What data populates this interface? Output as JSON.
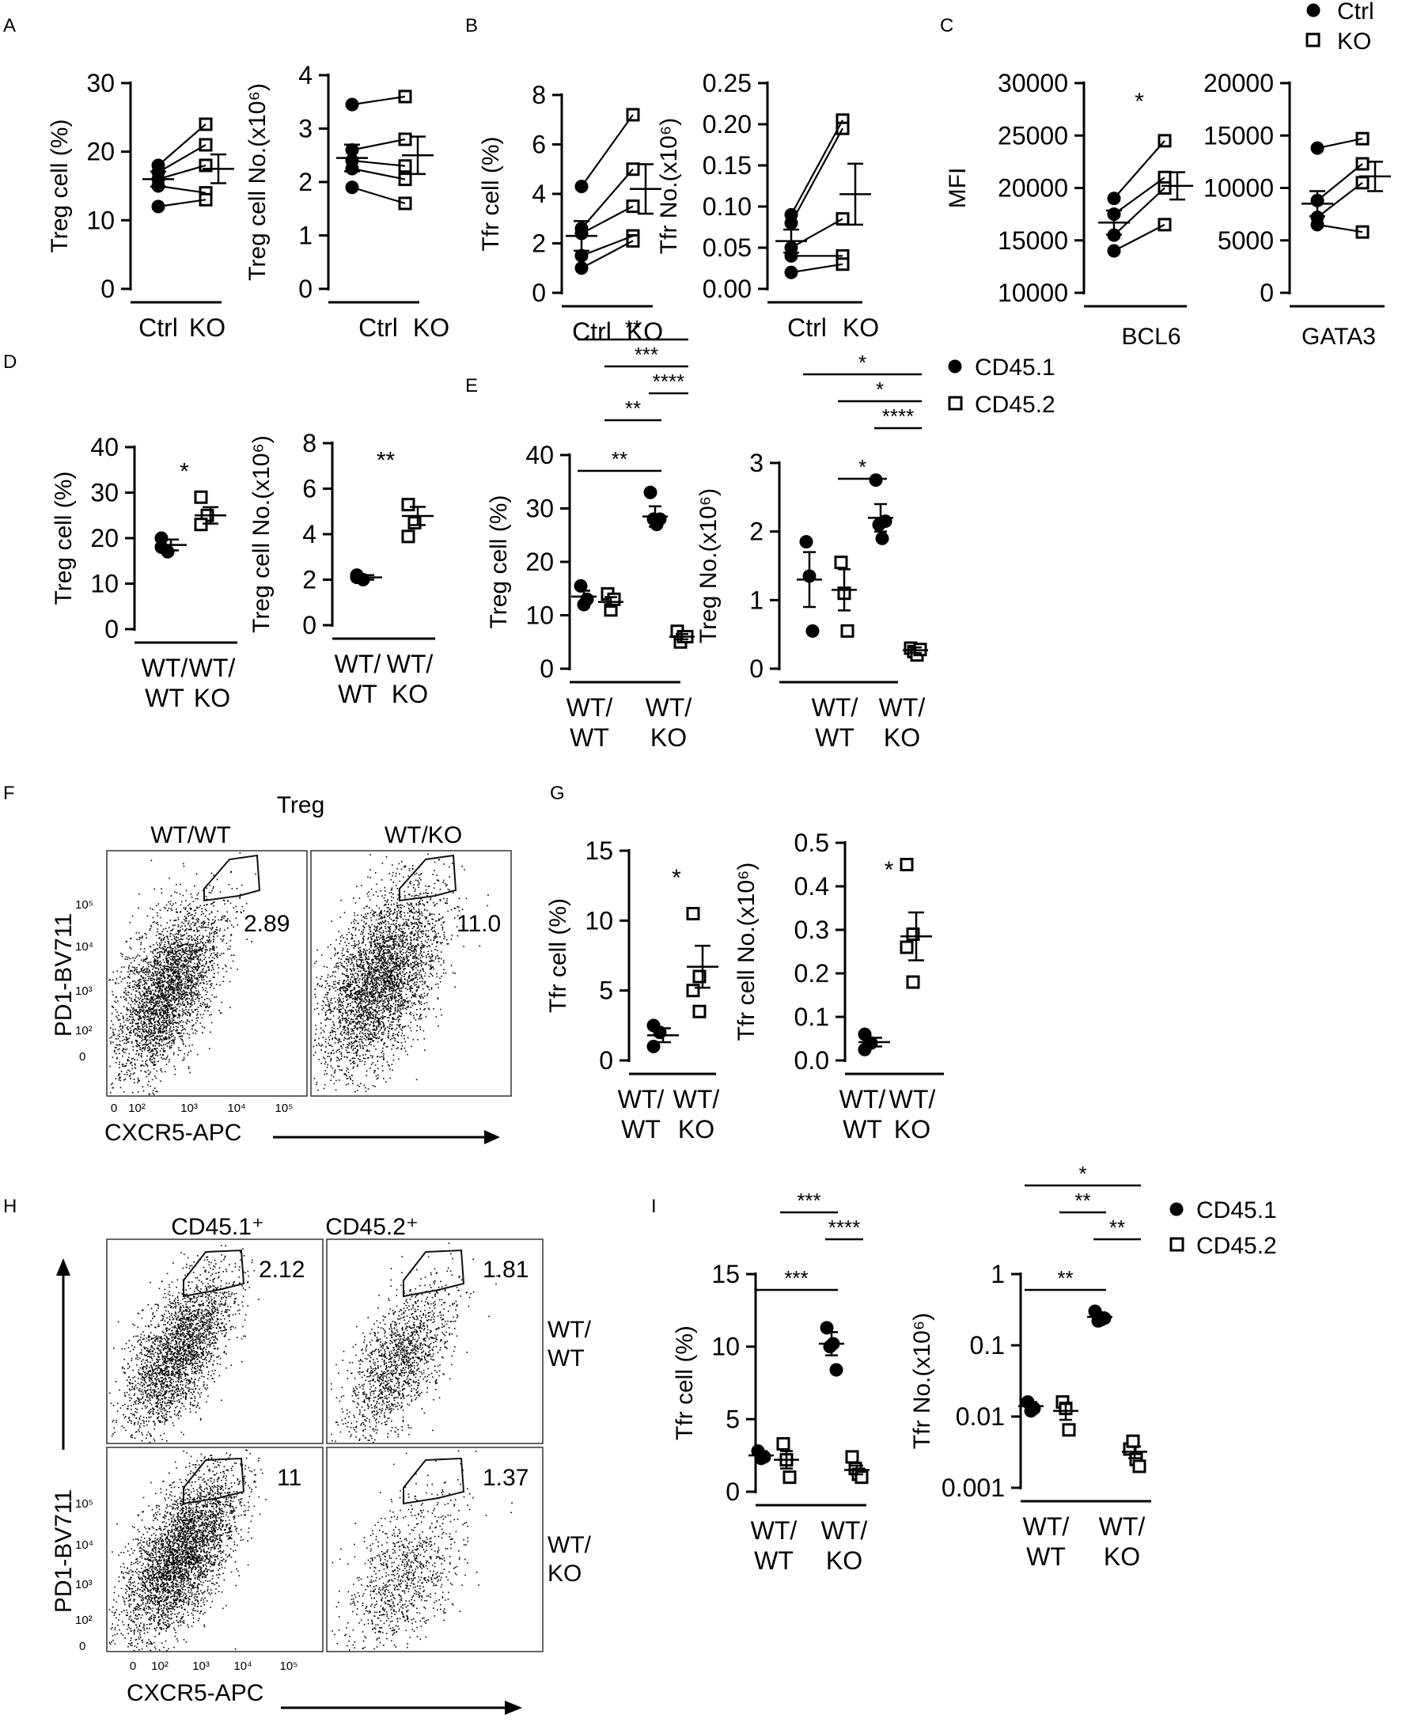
{
  "figure": {
    "panel_letters": [
      "A",
      "B",
      "C",
      "D",
      "E",
      "F",
      "G",
      "H",
      "I"
    ],
    "legends": {
      "C": [
        {
          "label": "Ctrl",
          "marker": "filled-circle"
        },
        {
          "label": "KO",
          "marker": "open-square"
        }
      ],
      "E": [
        {
          "label": "CD45.1",
          "marker": "filled-circle"
        },
        {
          "label": "CD45.2",
          "marker": "open-square"
        }
      ],
      "I": [
        {
          "label": "CD45.1",
          "marker": "filled-circle"
        },
        {
          "label": "CD45.2",
          "marker": "open-square"
        }
      ]
    },
    "colors": {
      "ink": "#000000",
      "background": "#ffffff"
    },
    "flow": {
      "F": {
        "title": "Treg",
        "xlabel": "CXCR5-APC",
        "ylabel": "PD1-BV711",
        "columns": [
          "WT/WT",
          "WT/KO"
        ],
        "gate_values": [
          "2.89",
          "11.0"
        ],
        "x_ticks": [
          "0",
          "10²",
          "10³",
          "10⁴",
          "10⁵"
        ],
        "y_ticks": [
          "10⁵",
          "10⁴",
          "10³",
          "10²",
          "0"
        ]
      },
      "H": {
        "xlabel": "CXCR5-APC",
        "ylabel": "PD1-BV711",
        "columns": [
          "CD45.1⁺",
          "CD45.2⁺"
        ],
        "rows": [
          "WT/\nWT",
          "WT/\nKO"
        ],
        "gate_values": [
          "2.12",
          "1.81",
          "11",
          "1.37"
        ],
        "x_ticks": [
          "0",
          "10²",
          "10³",
          "10⁴",
          "10⁵"
        ],
        "y_ticks": [
          "10⁵",
          "10⁴",
          "10³",
          "10²",
          "0"
        ]
      }
    }
  },
  "chart_data": [
    {
      "id": "A1",
      "panel": "A",
      "type": "scatter",
      "ylabel": "Treg cell (%)",
      "ylim": [
        0,
        30
      ],
      "yticks": [
        0,
        10,
        20,
        30
      ],
      "categories": [
        "Ctrl",
        "KO"
      ],
      "paired": true,
      "series": [
        {
          "name": "Ctrl",
          "values": [
            18,
            17,
            16,
            15,
            12
          ]
        },
        {
          "name": "KO",
          "values": [
            24,
            21,
            18,
            14,
            13
          ]
        }
      ],
      "means": [
        16,
        17.5
      ],
      "sem": [
        1.1,
        2.1
      ],
      "annotations": []
    },
    {
      "id": "A2",
      "panel": "A",
      "type": "scatter",
      "ylabel": "Treg cell No.(x10⁶)",
      "ylim": [
        0,
        4
      ],
      "yticks": [
        0,
        1,
        2,
        3,
        4
      ],
      "categories": [
        "Ctrl",
        "KO"
      ],
      "paired": true,
      "series": [
        {
          "name": "Ctrl",
          "values": [
            3.45,
            2.6,
            2.4,
            2.25,
            1.9
          ]
        },
        {
          "name": "KO",
          "values": [
            3.6,
            2.8,
            2.3,
            2.05,
            1.6
          ]
        }
      ],
      "means": [
        2.45,
        2.5
      ],
      "sem": [
        0.25,
        0.35
      ],
      "annotations": []
    },
    {
      "id": "B1",
      "panel": "B",
      "type": "scatter",
      "ylabel": "Tfr cell (%)",
      "ylim": [
        0,
        8
      ],
      "yticks": [
        0,
        2,
        4,
        6,
        8
      ],
      "categories": [
        "Ctrl",
        "KO"
      ],
      "paired": true,
      "series": [
        {
          "name": "Ctrl",
          "values": [
            4.3,
            2.6,
            2.4,
            1.5,
            1.0
          ]
        },
        {
          "name": "KO",
          "values": [
            7.2,
            5.0,
            3.5,
            2.3,
            2.1
          ]
        }
      ],
      "means": [
        2.3,
        4.2
      ],
      "sem": [
        0.6,
        1.0
      ],
      "annotations": []
    },
    {
      "id": "B2",
      "panel": "B",
      "type": "scatter",
      "ylabel": "Tfr No.(x10⁶)",
      "ylim": [
        0,
        0.25
      ],
      "yticks": [
        0.0,
        0.05,
        0.1,
        0.15,
        0.2,
        0.25
      ],
      "ytick_labels": [
        "0.00",
        "0.05",
        "0.10",
        "0.15",
        "0.20",
        "0.25"
      ],
      "categories": [
        "Ctrl",
        "KO"
      ],
      "paired": true,
      "series": [
        {
          "name": "Ctrl",
          "values": [
            0.09,
            0.08,
            0.05,
            0.04,
            0.02
          ]
        },
        {
          "name": "KO",
          "values": [
            0.205,
            0.195,
            0.085,
            0.04,
            0.03
          ]
        }
      ],
      "means": [
        0.058,
        0.115
      ],
      "sem": [
        0.014,
        0.037
      ],
      "annotations": []
    },
    {
      "id": "C1",
      "panel": "C",
      "type": "scatter",
      "ylabel": "MFI",
      "xlabel": "BCL6",
      "ylim": [
        10000,
        30000
      ],
      "yticks": [
        10000,
        15000,
        20000,
        25000,
        30000
      ],
      "categories": [
        "Ctrl",
        "KO"
      ],
      "paired": true,
      "hide_categories": true,
      "series": [
        {
          "name": "Ctrl",
          "values": [
            19000,
            17500,
            15500,
            14000
          ]
        },
        {
          "name": "KO",
          "values": [
            24500,
            21000,
            20000,
            16500
          ]
        }
      ],
      "means": [
        16700,
        20200
      ],
      "sem": [
        1150,
        1300
      ],
      "annotations": [
        {
          "text": "*",
          "x": 0.5,
          "y": 27500
        }
      ]
    },
    {
      "id": "C2",
      "panel": "C",
      "type": "scatter",
      "xlabel": "GATA3",
      "ylim": [
        0,
        20000
      ],
      "yticks": [
        0,
        5000,
        10000,
        15000,
        20000
      ],
      "categories": [
        "Ctrl",
        "KO"
      ],
      "paired": true,
      "hide_categories": true,
      "series": [
        {
          "name": "Ctrl",
          "values": [
            13800,
            8800,
            7200,
            6500
          ]
        },
        {
          "name": "KO",
          "values": [
            14700,
            12300,
            10500,
            5800
          ]
        }
      ],
      "means": [
        8500,
        11100
      ],
      "sem": [
        1200,
        1400
      ],
      "annotations": []
    },
    {
      "id": "D1",
      "panel": "D",
      "type": "scatter",
      "ylabel": "Treg cell (%)",
      "ylim": [
        0,
        40
      ],
      "yticks": [
        0,
        10,
        20,
        30,
        40
      ],
      "categories": [
        "WT/\nWT",
        "WT/\nKO"
      ],
      "series": [
        {
          "name": "WT/WT",
          "values": [
            20,
            17,
            18
          ]
        },
        {
          "name": "WT/KO",
          "values": [
            29,
            25,
            23
          ]
        }
      ],
      "means": [
        18.5,
        25
      ],
      "sem": [
        1.2,
        1.8
      ],
      "annotations": [
        {
          "text": "*",
          "x": 0.5,
          "y": 33
        }
      ]
    },
    {
      "id": "D2",
      "panel": "D",
      "type": "scatter",
      "ylabel": "Treg cell No.(x10⁶)",
      "ylim": [
        0,
        8
      ],
      "yticks": [
        0,
        2,
        4,
        6,
        8
      ],
      "categories": [
        "WT/\nWT",
        "WT/\nKO"
      ],
      "series": [
        {
          "name": "WT/WT",
          "values": [
            2.2,
            2.0,
            2.1
          ]
        },
        {
          "name": "WT/KO",
          "values": [
            5.3,
            4.5,
            3.9
          ]
        }
      ],
      "means": [
        2.1,
        4.8
      ],
      "sem": [
        0.1,
        0.4
      ],
      "annotations": [
        {
          "text": "**",
          "x": 0.5,
          "y": 6.9
        }
      ]
    },
    {
      "id": "E1",
      "panel": "E",
      "type": "scatter",
      "ylabel": "Treg cell (%)",
      "ylim": [
        0,
        40
      ],
      "yticks": [
        0,
        10,
        20,
        30,
        40
      ],
      "categories": [
        "WT/\nWT",
        "WT/\nKO"
      ],
      "grouped": true,
      "series": [
        {
          "name": "CD45.1",
          "values": [
            [
              15.5,
              12,
              13
            ],
            [
              33,
              28,
              27,
              28
            ]
          ],
          "means": [
            13.5,
            28.5
          ],
          "sem": [
            1.1,
            1.9
          ]
        },
        {
          "name": "CD45.2",
          "values": [
            [
              14,
              11,
              13
            ],
            [
              7,
              5,
              6,
              6
            ]
          ],
          "means": [
            12.5,
            6
          ],
          "sem": [
            0.9,
            0.5
          ]
        }
      ],
      "comparisons": [
        {
          "from": 0,
          "to": 3,
          "label": "**"
        },
        {
          "from": 1,
          "to": 3,
          "label": "***"
        },
        {
          "from": 2,
          "to": 3,
          "label": "****"
        },
        {
          "from": 1,
          "to": 2,
          "label": "**"
        },
        {
          "from": 0,
          "to": 2,
          "label": "**"
        }
      ]
    },
    {
      "id": "E2",
      "panel": "E",
      "type": "scatter",
      "ylabel": "Treg No.(x10⁶)",
      "ylim": [
        0,
        3
      ],
      "yticks": [
        0,
        1,
        2,
        3
      ],
      "categories": [
        "WT/\nWT",
        "WT/\nKO"
      ],
      "grouped": true,
      "series": [
        {
          "name": "CD45.1",
          "values": [
            [
              1.85,
              1.35,
              0.55
            ],
            [
              2.75,
              2.1,
              1.9,
              2.15
            ]
          ],
          "means": [
            1.3,
            2.2
          ],
          "sem": [
            0.4,
            0.2
          ]
        },
        {
          "name": "CD45.2",
          "values": [
            [
              1.55,
              1.1,
              0.55
            ],
            [
              0.3,
              0.25,
              0.2,
              0.28
            ]
          ],
          "means": [
            1.15,
            0.27
          ],
          "sem": [
            0.3,
            0.04
          ]
        }
      ],
      "comparisons": [
        {
          "from": 0,
          "to": 3,
          "label": "*"
        },
        {
          "from": 1,
          "to": 3,
          "label": "*"
        },
        {
          "from": 2,
          "to": 3,
          "label": "****"
        },
        {
          "from": 1,
          "to": 2,
          "label": "*"
        }
      ]
    },
    {
      "id": "G1",
      "panel": "G",
      "type": "scatter",
      "ylabel": "Tfr cell (%)",
      "ylim": [
        0,
        15
      ],
      "yticks": [
        0,
        5,
        10,
        15
      ],
      "categories": [
        "WT/\nWT",
        "WT/\nKO"
      ],
      "series": [
        {
          "name": "WT/WT",
          "values": [
            2.5,
            2.0,
            1.0
          ]
        },
        {
          "name": "WT/KO",
          "values": [
            10.5,
            6.0,
            5.0,
            3.5
          ]
        }
      ],
      "means": [
        1.8,
        6.7
      ],
      "sem": [
        0.5,
        1.5
      ],
      "annotations": [
        {
          "text": "*",
          "x": 0.5,
          "y": 12.5
        }
      ]
    },
    {
      "id": "G2",
      "panel": "G",
      "type": "scatter",
      "ylabel": "Tfr cell No.(x10⁶)",
      "ylim": [
        0,
        0.5
      ],
      "yticks": [
        0.0,
        0.1,
        0.2,
        0.3,
        0.4,
        0.5
      ],
      "ytick_labels": [
        "0.0",
        "0.1",
        "0.2",
        "0.3",
        "0.4",
        "0.5"
      ],
      "categories": [
        "WT/\nWT",
        "WT/\nKO"
      ],
      "series": [
        {
          "name": "WT/WT",
          "values": [
            0.06,
            0.04,
            0.025
          ]
        },
        {
          "name": "WT/KO",
          "values": [
            0.45,
            0.29,
            0.26,
            0.18
          ]
        }
      ],
      "means": [
        0.042,
        0.285
      ],
      "sem": [
        0.01,
        0.055
      ],
      "annotations": [
        {
          "text": "*",
          "x": 0.5,
          "y": 0.42
        }
      ]
    },
    {
      "id": "I1",
      "panel": "I",
      "type": "scatter",
      "ylabel": "Tfr cell (%)",
      "ylim": [
        0,
        15
      ],
      "yticks": [
        0,
        5,
        10,
        15
      ],
      "categories": [
        "WT/\nWT",
        "WT/\nKO"
      ],
      "grouped": true,
      "series": [
        {
          "name": "CD45.1",
          "values": [
            [
              2.8,
              2.3,
              2.4
            ],
            [
              11.3,
              10.0,
              10.2,
              8.4
            ]
          ],
          "means": [
            2.5,
            10.2
          ],
          "sem": [
            0.3,
            0.8
          ]
        },
        {
          "name": "CD45.2",
          "values": [
            [
              3.3,
              2.2,
              1.0
            ],
            [
              2.4,
              1.6,
              1.2,
              1.0
            ]
          ],
          "means": [
            2.2,
            1.5
          ],
          "sem": [
            0.6,
            0.3
          ]
        }
      ],
      "comparisons": [
        {
          "from": 1,
          "to": 2,
          "label": "***"
        },
        {
          "from": 2,
          "to": 3,
          "label": "****"
        },
        {
          "from": 0,
          "to": 2,
          "label": "***"
        }
      ]
    },
    {
      "id": "I2",
      "panel": "I",
      "type": "scatter",
      "ylabel": "Tfr No.(x10⁶)",
      "ylim": [
        0.001,
        1
      ],
      "yscale": "log",
      "yticks": [
        0.001,
        0.01,
        0.1,
        1
      ],
      "ytick_labels": [
        "0.001",
        "0.01",
        "0.1",
        "1"
      ],
      "categories": [
        "WT/\nWT",
        "WT/\nKO"
      ],
      "grouped": true,
      "series": [
        {
          "name": "CD45.1",
          "values": [
            [
              0.016,
              0.012,
              0.013
            ],
            [
              0.3,
              0.22,
              0.23,
              0.24
            ]
          ],
          "means": [
            0.014,
            0.25
          ],
          "sem": [
            0.002,
            0.04
          ]
        },
        {
          "name": "CD45.2",
          "values": [
            [
              0.016,
              0.013,
              0.0065
            ],
            [
              0.0035,
              0.0045,
              0.0025,
              0.002
            ]
          ],
          "means": [
            0.012,
            0.0032
          ],
          "sem": [
            0.003,
            0.0006
          ]
        }
      ],
      "comparisons": [
        {
          "from": 0,
          "to": 3,
          "label": "*"
        },
        {
          "from": 1,
          "to": 2,
          "label": "**"
        },
        {
          "from": 2,
          "to": 3,
          "label": "**"
        },
        {
          "from": 0,
          "to": 2,
          "label": "**"
        }
      ]
    }
  ]
}
